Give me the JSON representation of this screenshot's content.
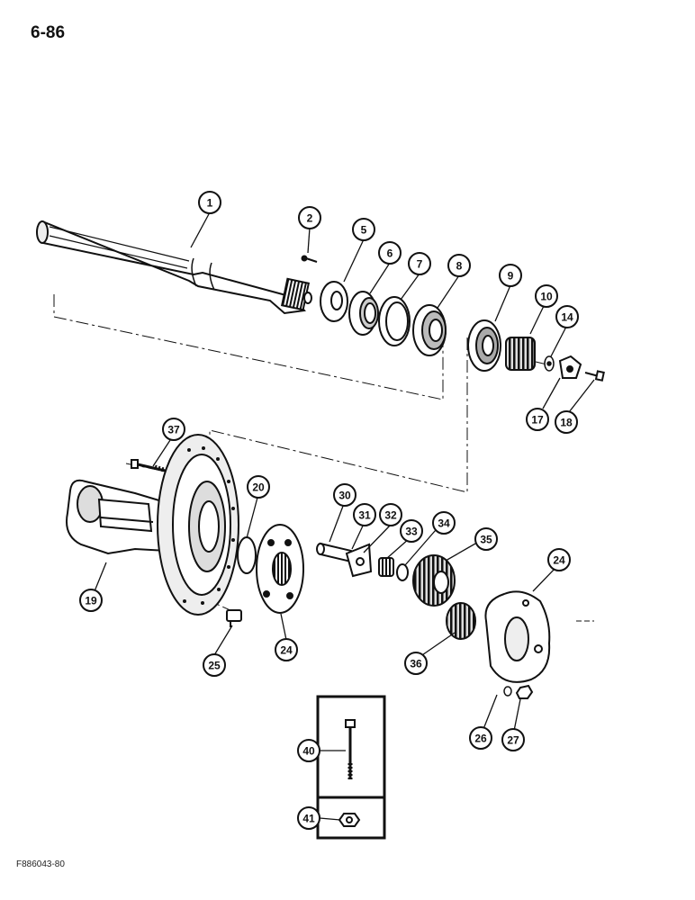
{
  "page_number": "6-86",
  "figure_code": "F886043-80",
  "callouts": [
    "1",
    "2",
    "5",
    "6",
    "7",
    "8",
    "9",
    "10",
    "14",
    "17",
    "18",
    "37",
    "20",
    "30",
    "31",
    "32",
    "33",
    "34",
    "35",
    "19",
    "24",
    "25",
    "24",
    "36",
    "26",
    "27",
    "40",
    "41"
  ]
}
